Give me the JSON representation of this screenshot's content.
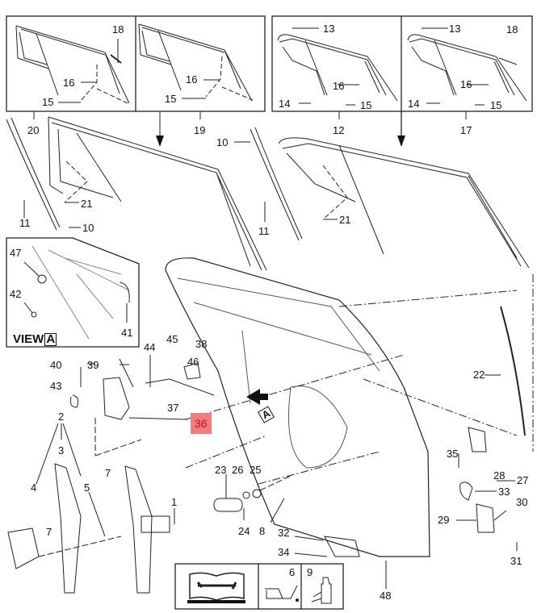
{
  "diagram": {
    "title": "Rear door exploded view",
    "highlight_color": "#f47c7c",
    "highlight_text_color": "#c0121b",
    "callouts": {
      "c1": "1",
      "c2": "2",
      "c3": "3",
      "c4": "4",
      "c5": "5",
      "c7a": "7",
      "c7b": "7",
      "c8": "8",
      "c10a": "10",
      "c10b": "10",
      "c11a": "11",
      "c11b": "11",
      "c12": "12",
      "c13a": "13",
      "c13b": "13",
      "c14a": "14",
      "c14b": "14",
      "c15a": "15",
      "c15b": "15",
      "c15c": "15",
      "c15d": "15",
      "c16a": "16",
      "c16b": "16",
      "c16c": "16",
      "c16d": "16",
      "c17": "17",
      "c18a": "18",
      "c18b": "18",
      "c19": "19",
      "c20": "20",
      "c21a": "21",
      "c21b": "21",
      "c22": "22",
      "c23": "23",
      "c24": "24",
      "c25": "25",
      "c26": "26",
      "c27": "27",
      "c28": "28",
      "c29": "29",
      "c30": "30",
      "c31": "31",
      "c32": "32",
      "c33": "33",
      "c34": "34",
      "c35": "35",
      "c36": "36",
      "c37": "37",
      "c38": "38",
      "c39": "39",
      "c40": "40",
      "c41": "41",
      "c42": "42",
      "c43": "43",
      "c44": "44",
      "c45": "45",
      "c46": "46",
      "c47": "47",
      "c48": "48"
    },
    "view_label": "VIEW",
    "view_letter": "A",
    "door_marker_letter": "A",
    "legend": {
      "manual_icon": "service-manual-icon",
      "lubricant_number": "6",
      "lubricant_icon": "oil-can-icon",
      "adhesive_number": "9",
      "adhesive_icon": "adhesive-bottle-icon"
    }
  }
}
